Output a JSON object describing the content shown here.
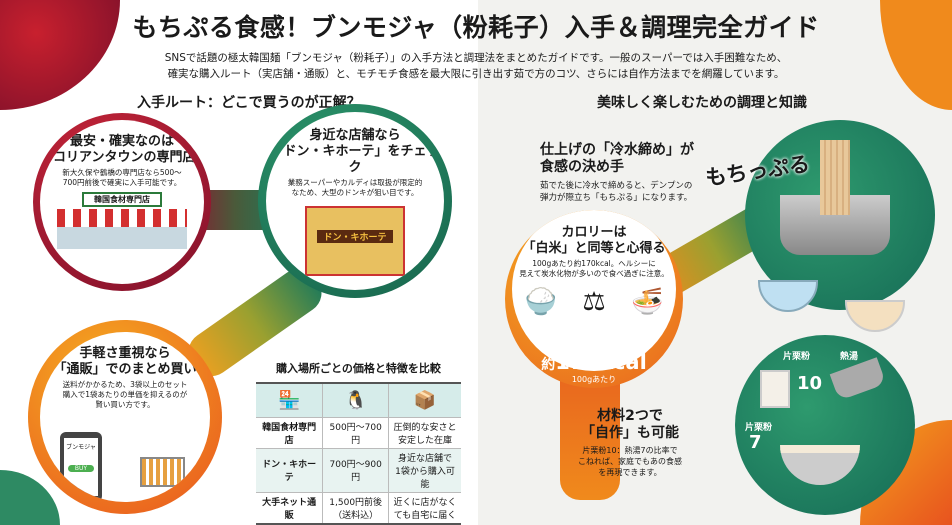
{
  "header": {
    "title": "もちぷる食感！ブンモジャ（粉耗子）入手＆調理完全ガイド",
    "subtitle_line1": "SNSで話題の極太韓国麺「ブンモジャ（粉耗子）」の入手方法と調理法をまとめたガイドです。一般のスーパーでは入手困難なため、",
    "subtitle_line2": "確実な購入ルート（実店舗・通販）と、モチモチ食感を最大限に引き出す茹で方のコツ、さらには自作方法までを網羅しています。"
  },
  "left": {
    "heading": "入手ルート：どこで買うのが正解？",
    "cards": [
      {
        "title1": "最安・確実なのは",
        "title2": "「コリアンタウンの専門店」",
        "body1": "新大久保や鶴橋の専門店なら500〜",
        "body2": "700円前後で確実に入手可能です。",
        "sign": "韓国食材専門店",
        "color": "#a8182e"
      },
      {
        "title1": "身近な店舗なら",
        "title2": "「ドン・キホーテ」をチェック",
        "body1": "業務スーパーやカルディは取扱が限定的",
        "body2": "なため、大型のドンキが狙い目です。",
        "sign": "ドン・キホーテ",
        "color": "#1f7a5a"
      },
      {
        "title1": "手軽さ重視なら",
        "title2": "「通販」でのまとめ買い",
        "body1": "送料がかかるため、3袋以上のセット",
        "body2": "購入で1袋あたりの単価を抑えるのが",
        "body3": "賢い買い方です。",
        "phone_label": "ブンモジャ",
        "buy": "BUY",
        "color": "#f08a1c"
      }
    ],
    "table": {
      "title": "購入場所ごとの価格と特徴を比較",
      "header_icons": [
        "store-icon",
        "penguin-mascot-icon",
        "package-box-icon"
      ],
      "rows": [
        {
          "place": "韓国食材専門店",
          "price": "500円〜700円",
          "feature1": "圧倒的な安さと",
          "feature2": "安定した在庫"
        },
        {
          "place": "ドン・キホーテ",
          "price": "700円〜900円",
          "feature1": "身近な店舗で",
          "feature2": "1袋から購入可能"
        },
        {
          "place": "大手ネット通販",
          "price": "1,500円前後",
          "price2": "（送料込）",
          "feature1": "近くに店がなく",
          "feature2": "ても自宅に届く"
        }
      ]
    }
  },
  "right": {
    "heading": "美味しく楽しむための調理と知識",
    "cold": {
      "title1": "仕上げの「冷水締め」が",
      "title2": "食感の決め手",
      "body1": "茹でた後に冷水で締めると、デンプンの",
      "body2": "弾力が際立ち「もちぷる」になります。",
      "callout": "もちっぷる"
    },
    "calorie": {
      "title1": "カロリーは",
      "title2": "「白米」と同等と心得る",
      "body1": "100gあたり約170kcal。ヘルシーに",
      "body2": "見えて炭水化物が多いので食べ過ぎに注意。",
      "big_prefix": "約",
      "big_value": "170kcal",
      "big_note": "100gあたり"
    },
    "diy": {
      "title1": "材料2つで",
      "title2": "「自作」も可能",
      "body1": "片栗粉10：熱湯7の比率で",
      "body2": "こねれば、家庭でもあの食感",
      "body3": "を再現できます。",
      "label_starch": "片栗粉",
      "label_water": "熱湯",
      "ratio_starch": "10",
      "label_starch2": "片栗粉",
      "ratio_water": "7"
    }
  },
  "colors": {
    "red": "#a8182e",
    "green": "#1f7a5a",
    "orange": "#f08a1c"
  }
}
